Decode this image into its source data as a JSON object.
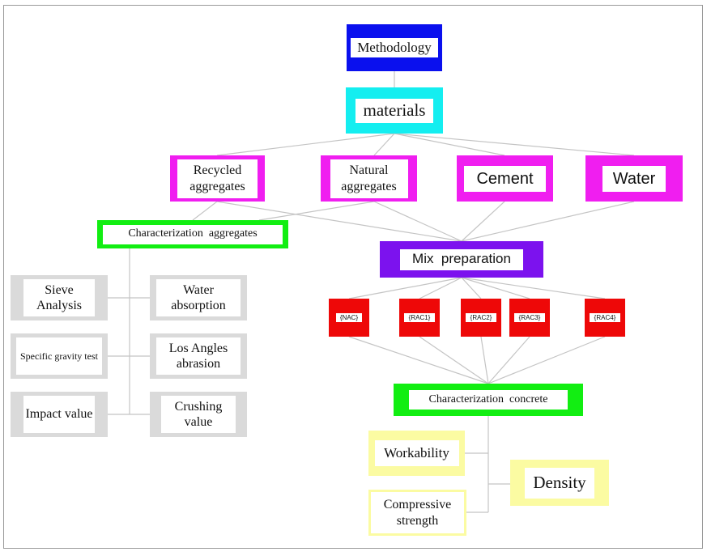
{
  "nodes": {
    "methodology": "Methodology",
    "materials": "materials",
    "recycled": "Recycled aggregates",
    "natural": "Natural aggregates",
    "cement": "Cement",
    "water": "Water",
    "char_aggregates": "Characterization  aggregates",
    "mix": "Mix  preparation",
    "sieve": "Sieve Analysis",
    "water_abs": "Water absorption",
    "specific_gravity": "Specific gravity test",
    "los_angles": "Los Angles abrasion",
    "impact": "Impact value",
    "crushing": "Crushing value",
    "nac": "{NAC}",
    "rac1": "{RAC1}",
    "rac2": "{RAC2}",
    "rac3": "{RAC3}",
    "rac4": "{RAC4}",
    "char_concrete": "Characterization  concrete",
    "workability": "Workability",
    "density": "Density",
    "compressive": "Compressive strength"
  },
  "colors": {
    "root": "#0a10ee",
    "materials": "#14eef0",
    "materials_types": "#f01ef0",
    "characterization": "#12ee12",
    "mix": "#7c12ee",
    "mix_codes": "#ee0808",
    "tests": "#dadada",
    "properties": "#fbfba2"
  }
}
